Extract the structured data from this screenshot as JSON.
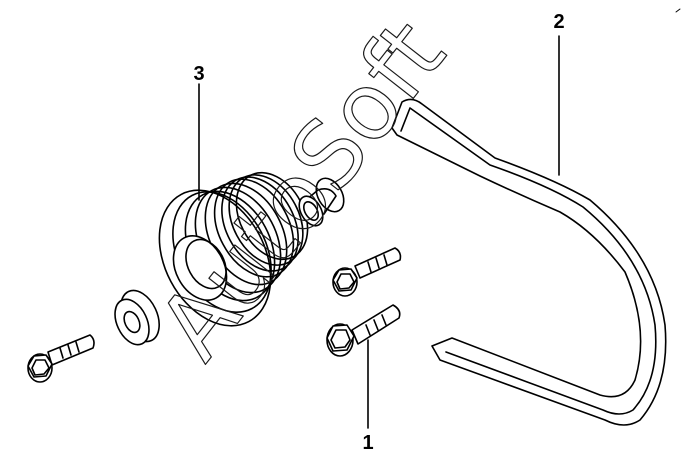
{
  "callouts": {
    "bolt": "1",
    "belt": "2",
    "pulley": "3"
  },
  "watermark": "AutoSoft",
  "colors": {
    "line": "#000000",
    "background": "#ffffff"
  }
}
